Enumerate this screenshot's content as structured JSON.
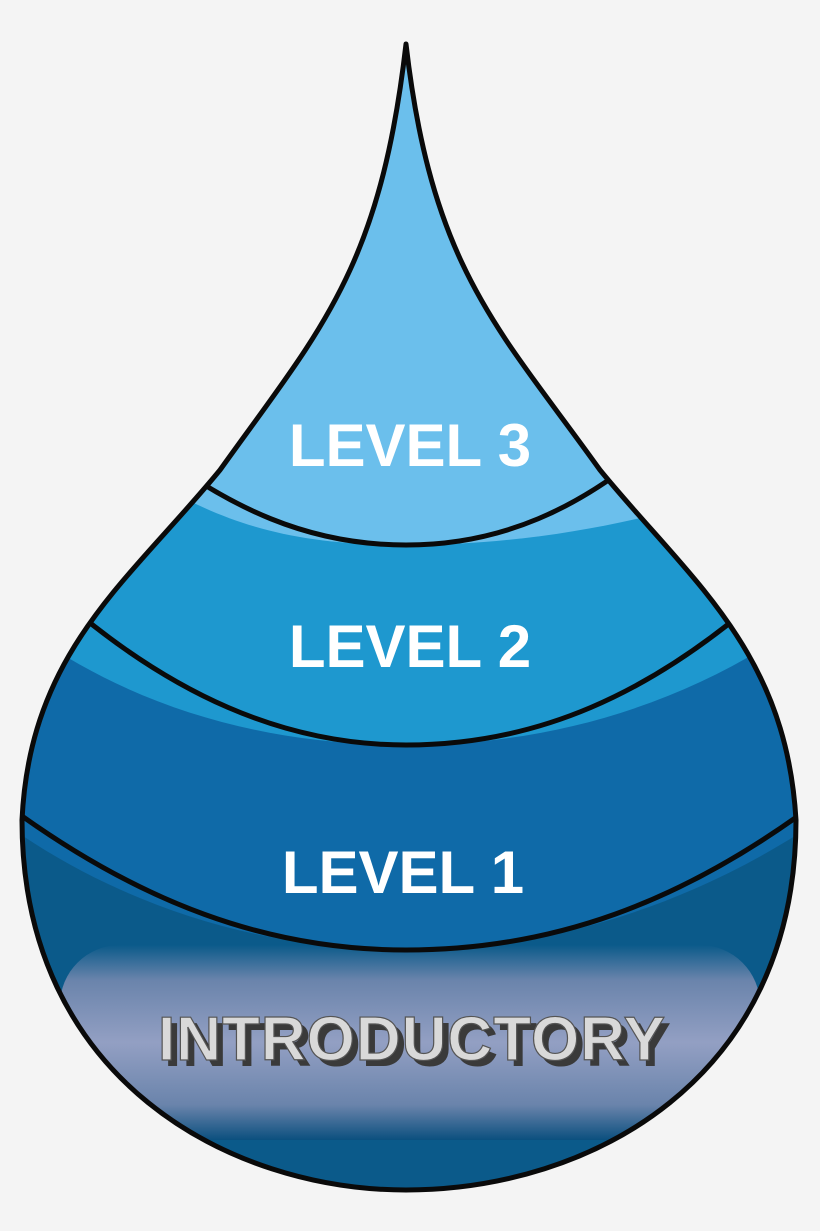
{
  "diagram": {
    "levels": [
      {
        "key": "level3",
        "label": "LEVEL 3",
        "color": "#6bbfec"
      },
      {
        "key": "level2",
        "label": "LEVEL 2",
        "color": "#1e98cf"
      },
      {
        "key": "level1",
        "label": "LEVEL 1",
        "color": "#0f6aa8"
      },
      {
        "key": "introductory",
        "label": "INTRODUCTORY",
        "color": "#0b5a8a"
      }
    ],
    "outline_color": "#0a0a0a",
    "background_color": "#f4f4f4"
  }
}
